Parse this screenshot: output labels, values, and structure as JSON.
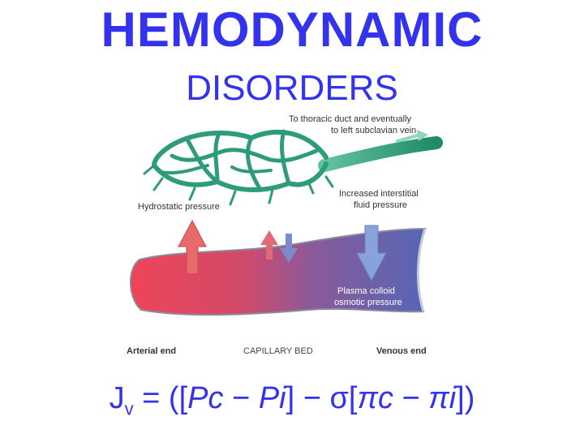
{
  "title_line1": "HEMODYNAMIC",
  "title_line2": "DISORDERS",
  "diagram": {
    "label_thoracic_1": "To thoracic duct and eventually",
    "label_thoracic_2": "to left subclavian vein",
    "label_hydrostatic": "Hydrostatic pressure",
    "label_interstitial_1": "Increased interstitial",
    "label_interstitial_2": "fluid pressure",
    "label_plasma_1": "Plasma colloid",
    "label_plasma_2": "osmotic pressure",
    "label_arterial": "Arterial end",
    "label_capillary": "CAPILLARY BED",
    "label_venous": "Venous end"
  },
  "formula": {
    "J": "J",
    "v": "v",
    "eq_open": " = ([",
    "Pc": "Pc",
    "minus1": " − ",
    "Pi": "Pi",
    "mid": "] − σ[",
    "pic": "πc",
    "minus2": " − ",
    "pii": "πi",
    "close": "])"
  },
  "colors": {
    "title": "#3333ee",
    "lymph": "#2e9c7a",
    "arterial": "#e8455a",
    "venous": "#5a6ab8"
  }
}
